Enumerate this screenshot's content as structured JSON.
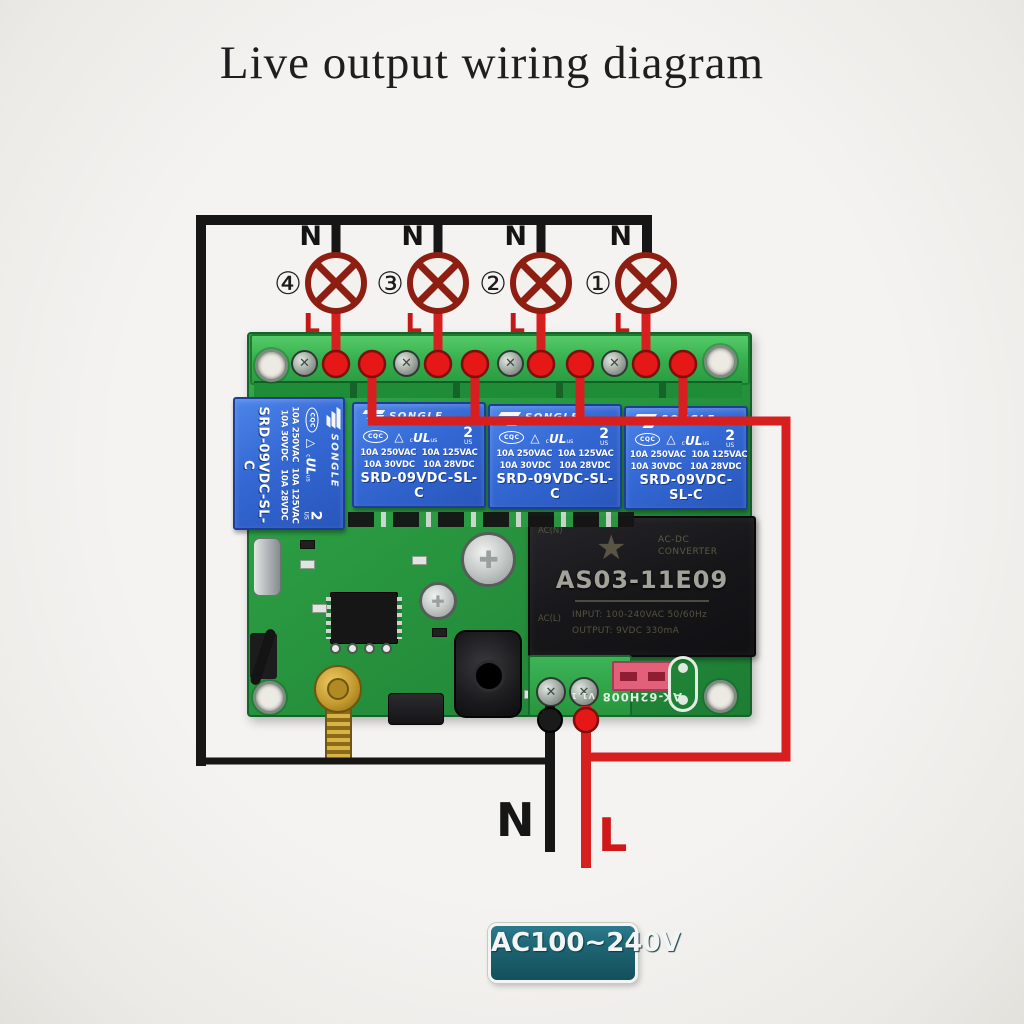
{
  "title": "Live output wiring diagram",
  "colors": {
    "live_wire": "#d81f1f",
    "neutral_wire": "#161616",
    "pcb_green": "#2da149",
    "relay_blue": "#2f64cc",
    "voltage_label_bg": "#1e6572"
  },
  "lamps": [
    {
      "circled_number": "④",
      "neutral_label": "N",
      "live_label": "L"
    },
    {
      "circled_number": "③",
      "neutral_label": "N",
      "live_label": "L"
    },
    {
      "circled_number": "②",
      "neutral_label": "N",
      "live_label": "L"
    },
    {
      "circled_number": "①",
      "neutral_label": "N",
      "live_label": "L"
    }
  ],
  "relay": {
    "brand": "SONGLE",
    "cqc_mark": "CQC",
    "ccc_mark": "△",
    "ul_c": "c",
    "ul": "UL",
    "ul_us": "us",
    "file_no": "2",
    "file_us": "US",
    "rating_ac": "10A 250VAC  10A 125VAC",
    "rating_dc": "10A 30VDC   10A 28VDC",
    "model": "SRD-09VDC-SL-C"
  },
  "power_module": {
    "star": "★",
    "type_line1": "AC-DC",
    "type_line2": "CONVERTER",
    "model": "AS03-11E09",
    "pin_top_left": "AC(N)",
    "pin_bottom_left": "AC(L)",
    "input_spec": "INPUT: 100-240VAC 50/60Hz",
    "output_spec": "OUTPUT: 9VDC 330mA"
  },
  "board": {
    "silkscreen_model": "AK-62H008",
    "silkscreen_version": "V1.1"
  },
  "supply": {
    "neutral_label": "N",
    "live_label": "L",
    "voltage_label": "AC100~240V"
  }
}
